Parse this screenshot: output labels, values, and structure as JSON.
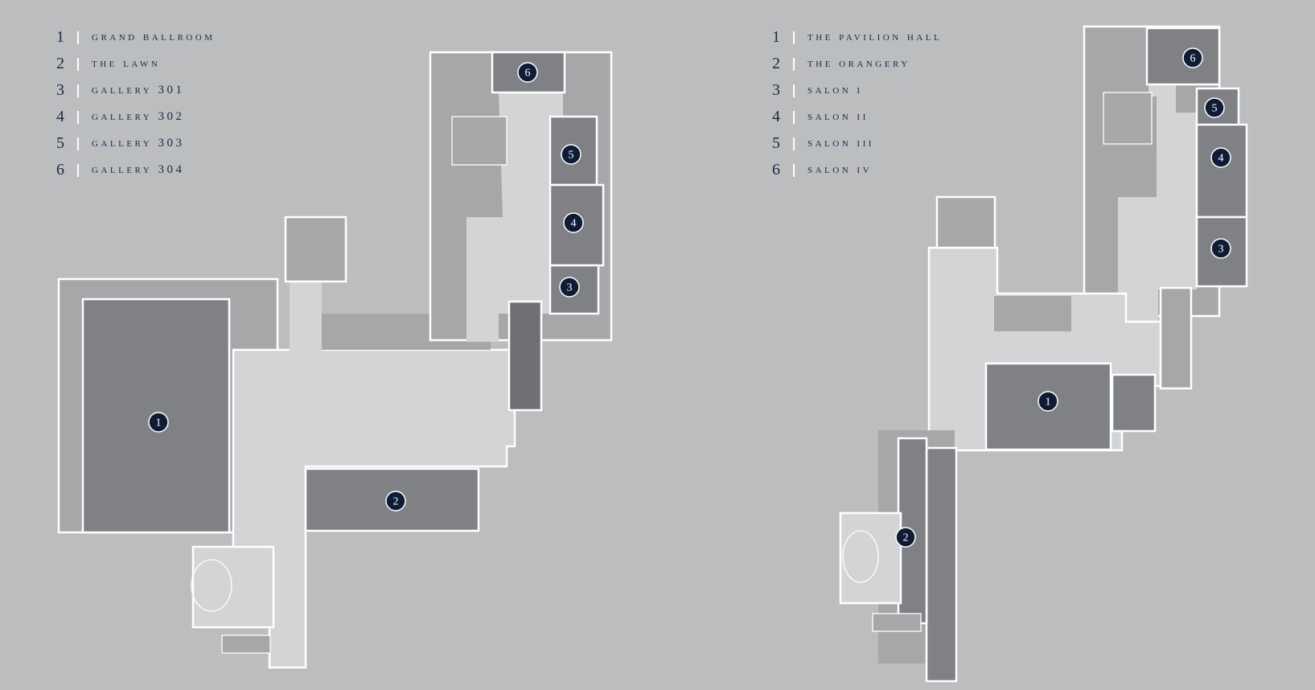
{
  "left_plan": {
    "legend": [
      {
        "num": "1",
        "label": "GRAND BALLROOM"
      },
      {
        "num": "2",
        "label": "THE LAWN"
      },
      {
        "num": "3",
        "label": "GALLERY 301"
      },
      {
        "num": "4",
        "label": "GALLERY 302"
      },
      {
        "num": "5",
        "label": "GALLERY 303"
      },
      {
        "num": "6",
        "label": "GALLERY 304"
      }
    ],
    "markers": [
      "1",
      "2",
      "3",
      "4",
      "5",
      "6"
    ]
  },
  "right_plan": {
    "legend": [
      {
        "num": "1",
        "label": "THE PAVILION HALL"
      },
      {
        "num": "2",
        "label": "THE ORANGERY"
      },
      {
        "num": "3",
        "label": "SALON I"
      },
      {
        "num": "4",
        "label": "SALON II"
      },
      {
        "num": "5",
        "label": "SALON III"
      },
      {
        "num": "6",
        "label": "SALON IV"
      }
    ],
    "markers": [
      "1",
      "2",
      "3",
      "4",
      "5",
      "6"
    ]
  },
  "colors": {
    "background": "#bcbdbf",
    "corridor": "#d3d4d6",
    "service": "#a6a7a9",
    "room": "#808184",
    "marker": "#0f1c36",
    "text": "#1b2a45"
  }
}
